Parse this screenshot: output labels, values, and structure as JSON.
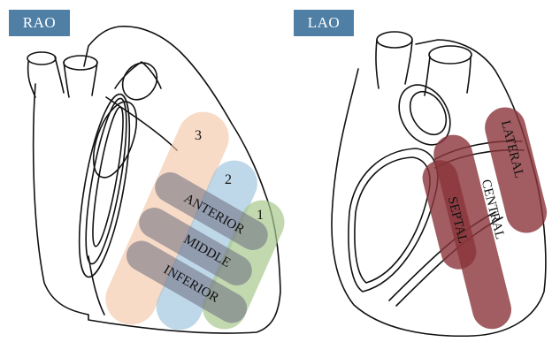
{
  "colors": {
    "badge_bg": "#4f7fa5",
    "outline": "#111111",
    "zone_3": "#f2c7a8",
    "zone_2": "#9cc3dd",
    "zone_1": "#a8c98f",
    "band": "#6b6b80",
    "lao_band": "#8a3439"
  },
  "rao": {
    "badge": "RAO",
    "zone_numbers": [
      "3",
      "2",
      "1"
    ],
    "band_labels": [
      "ANTERIOR",
      "MIDDLE",
      "INFERIOR"
    ]
  },
  "lao": {
    "badge": "LAO",
    "band_labels": [
      "SEPTAL",
      "CENTRAL",
      "LATERAL"
    ]
  }
}
